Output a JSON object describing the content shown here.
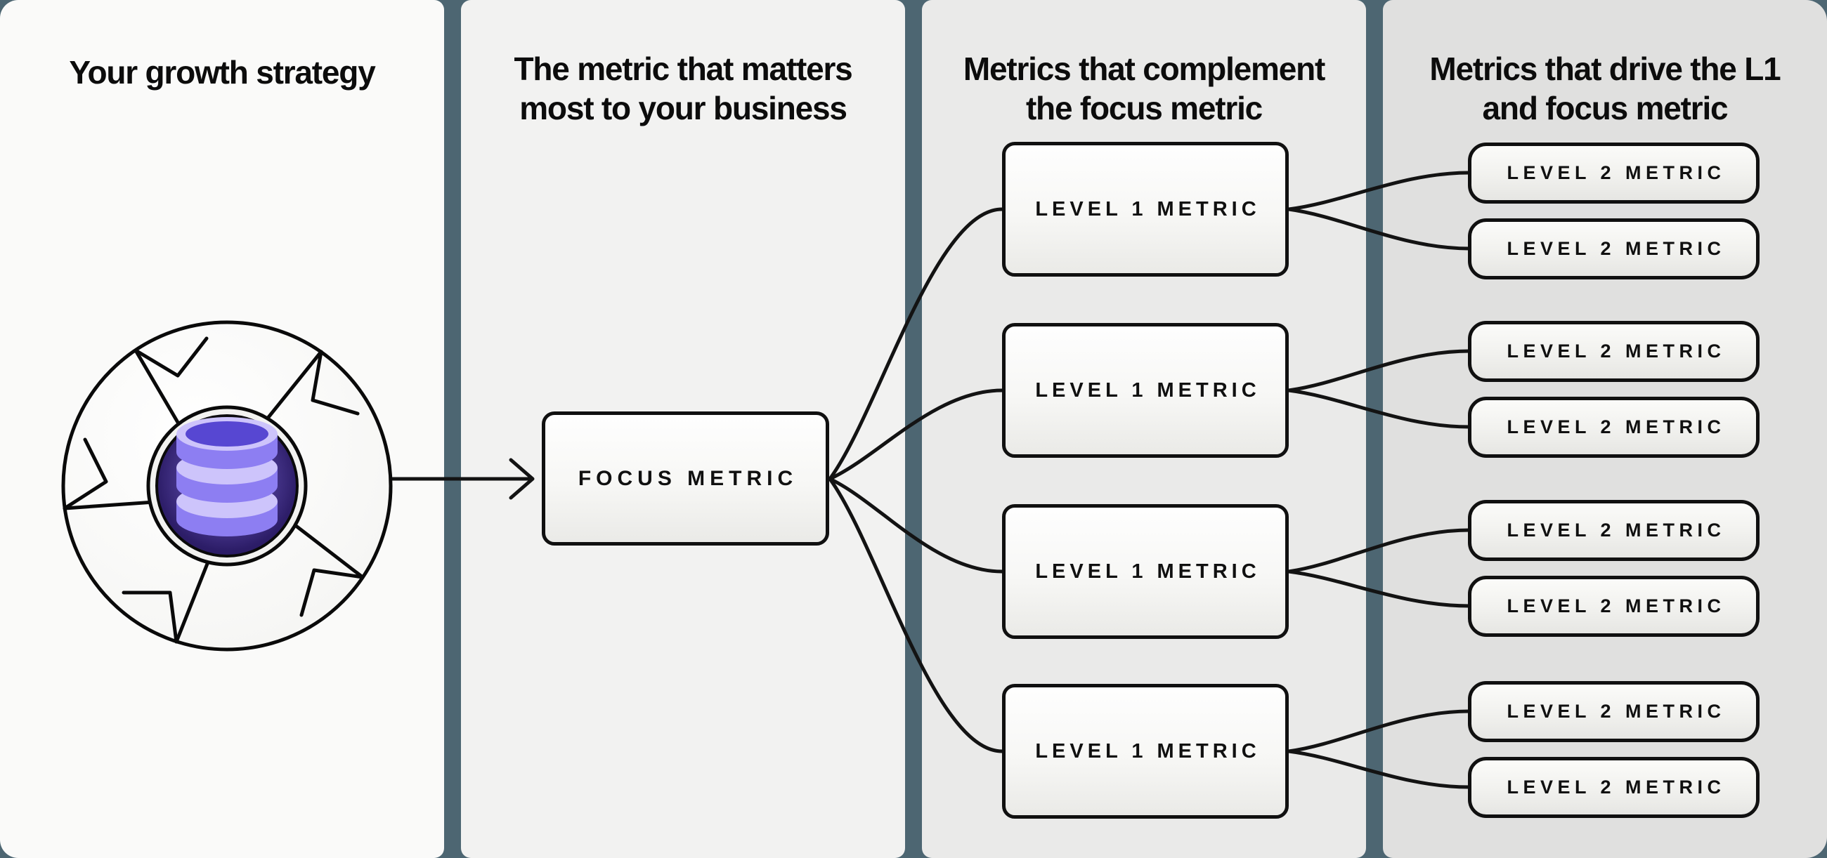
{
  "canvas": {
    "background_color": "#4d6672",
    "panel_tints": [
      "#fafaf9",
      "#f2f2f1",
      "#eaeae9",
      "#e0e0df"
    ],
    "node_border_color": "#101010",
    "connector_color": "#131313",
    "db_circle_dark_purple": "#2a1b66",
    "db_icon_light_purple": "#cdc4fb"
  },
  "panels": [
    {
      "id": "growth-strategy",
      "title_lines": [
        "Your growth strategy"
      ]
    },
    {
      "id": "focus-metric",
      "title_lines": [
        "The metric that matters",
        "most to your business"
      ]
    },
    {
      "id": "level1-metrics",
      "title_lines": [
        "Metrics that complement",
        "the focus metric"
      ]
    },
    {
      "id": "level2-metrics",
      "title_lines": [
        "Metrics that drive the L1",
        "and focus metric"
      ]
    }
  ],
  "icons": {
    "flywheel": "flywheel-icon",
    "database": "database-icon",
    "arrow": "arrow-right-icon"
  },
  "boxes": {
    "focus_label": "FOCUS METRIC",
    "level1_labels": [
      "LEVEL 1 METRIC",
      "LEVEL 1 METRIC",
      "LEVEL 1 METRIC",
      "LEVEL 1 METRIC"
    ],
    "level2_labels": [
      "LEVEL 2 METRIC",
      "LEVEL 2 METRIC",
      "LEVEL 2 METRIC",
      "LEVEL 2 METRIC",
      "LEVEL 2 METRIC",
      "LEVEL 2 METRIC",
      "LEVEL 2 METRIC",
      "LEVEL 2 METRIC"
    ]
  }
}
